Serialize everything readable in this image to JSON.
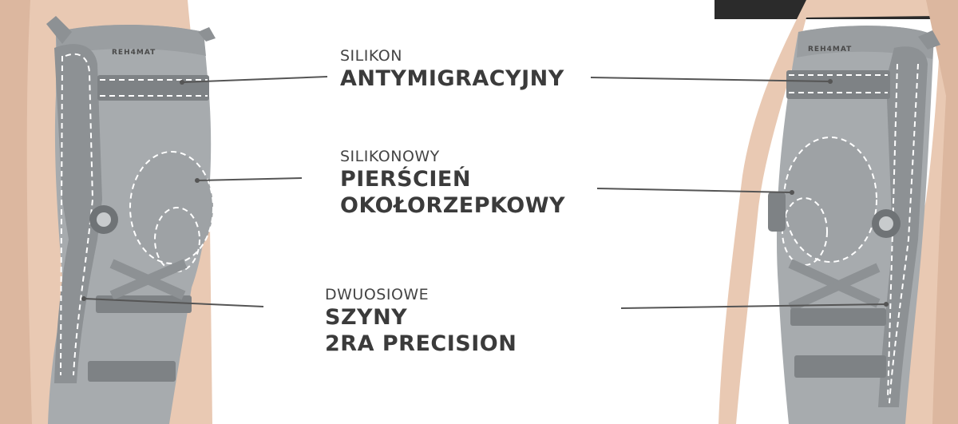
{
  "brand": {
    "logo_text": "REH4MAT"
  },
  "colors": {
    "background": "#ffffff",
    "brace_fabric": "#a7abae",
    "brace_shade": "#8d9194",
    "strap": "#7e8285",
    "skin": "#e9c9b3",
    "leader_line": "#555555",
    "text": "#3b3b3b"
  },
  "callouts": [
    {
      "subtitle": "SILIKON",
      "title_lines": [
        "ANTYMIGRACYJNY"
      ]
    },
    {
      "subtitle": "SILIKONOWY",
      "title_lines": [
        "PIERŚCIEŃ",
        "OKOŁORZEPKOWY"
      ]
    },
    {
      "subtitle": "DWUOSIOWE",
      "title_lines": [
        "SZYNY",
        "2RA PRECISION"
      ]
    }
  ]
}
